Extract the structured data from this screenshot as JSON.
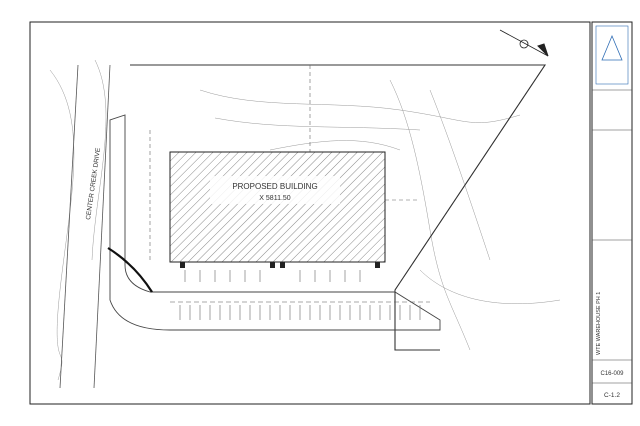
{
  "plan": {
    "road_label": "CENTER CREEK DRIVE",
    "building_name": "PROPOSED BUILDING",
    "building_elevation": "X 5811.50"
  },
  "title_block": {
    "project_name": "WTE WAREHOUSE PH 1",
    "sheet_code": "C16-009",
    "sheet_number": "C-1.2"
  },
  "colors": {
    "ink": "#3a3a3a",
    "light_ink": "#8a8a8a",
    "accent": "#2f6db5"
  }
}
